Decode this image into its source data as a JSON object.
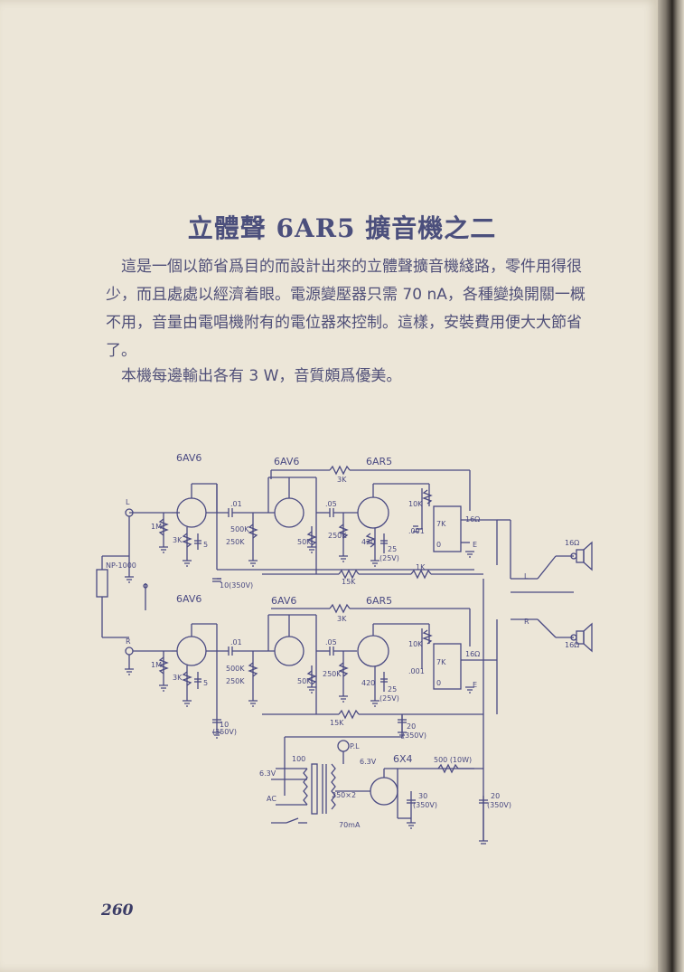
{
  "title": "立體聲 6AR5 擴音機之二",
  "paragraphs": [
    "這是一個以節省爲目的而設計出來的立體聲擴音機綫路，零件用得很少，而且處處以經濟着眼。電源變壓器只需 70 nA，各種變換開關一概不用，音量由電唱機附有的電位器來控制。這樣，安裝費用便大大節省了。",
    "本機每邊輸出各有 3 W，音質頗爲優美。"
  ],
  "schematic": {
    "tubes": {
      "stage1_top": "6AV6",
      "stage2_top": "6AV6",
      "output_top": "6AR5",
      "stage1_bottom": "6AV6",
      "stage2_bottom": "6AV6",
      "output_bottom": "6AR5",
      "rectifier": "6X4"
    },
    "inputs": {
      "left": "L",
      "right": "R",
      "pickup": "NP-1000"
    },
    "components": {
      "c_coupling": ".01",
      "c_coupling2": ".05",
      "c_001": ".001",
      "grid_leak": "1M",
      "cathode_r": "3K",
      "cathode_c": "5",
      "pot": "500K",
      "r250": "250K",
      "r50": "50K",
      "r420": "420",
      "c25": "25",
      "c25v": "(25V)",
      "r10k": "10K",
      "fb3k": "3K",
      "fb15k": "15K",
      "r1k": "1K",
      "c10": "10(350V)",
      "c10b": "10",
      "c10bv": "(350V)",
      "c20": "20",
      "c20v": "(350V)",
      "c30": "30",
      "c30v": "(350V)",
      "r500": "500 (10W)",
      "c20b": "20",
      "c20bv": "(350V)",
      "r100": "100",
      "pl": "P.L",
      "v63": "6.3V",
      "v63b": "6.3V",
      "ac": "AC",
      "ht": "250×2",
      "current": "70mA",
      "ohm16": "16Ω",
      "tap7k": "7K",
      "tap0": "0",
      "tapE": "E"
    },
    "speakers": {
      "left_label": "16Ω",
      "right_label": "16Ω",
      "left_out": "L",
      "right_out": "R"
    }
  },
  "page_number": "260"
}
